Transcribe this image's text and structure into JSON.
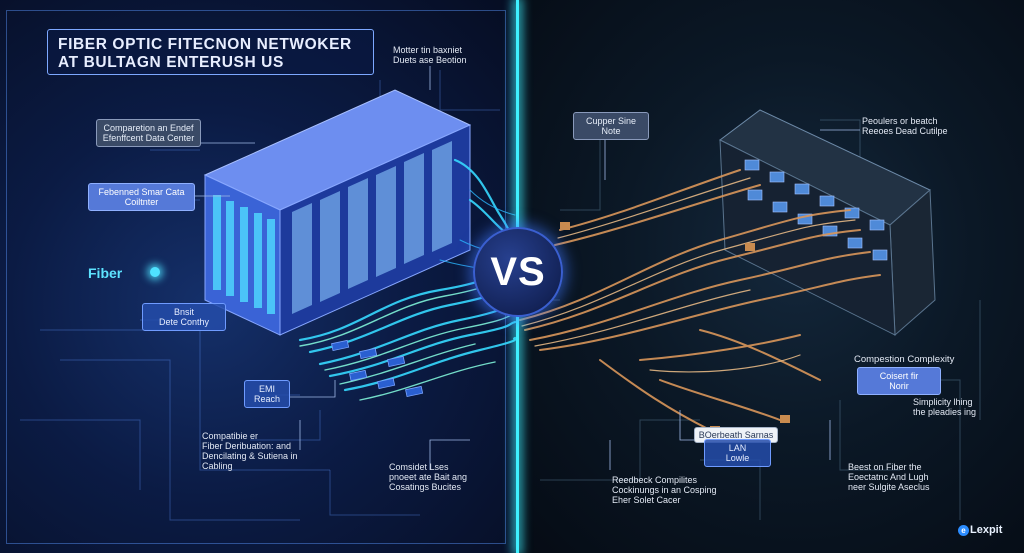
{
  "title": {
    "line1": "FIBER OPTIC FITECNON NETWOKER",
    "line2": "AT BULTAGN ENTERUSH US"
  },
  "left_labels": {
    "top_note": [
      "Motter tin baxniet",
      "Duets ase Beotion"
    ],
    "comparison_tag": [
      "Comparetion an Endef",
      "Efenffcent Data Center"
    ],
    "federated_tag": [
      "Febenned Smar Cata",
      "Coiltnter"
    ],
    "fiber": "Fiber",
    "data_config_tag": [
      "Bnsit",
      "Dete Conthy"
    ],
    "emi_tag": [
      "EMI",
      "Reach"
    ],
    "compatible_note": [
      "Compatibie er",
      "Fiber Deribuation: and",
      "Dencilating & Sutiena in",
      "Cabling"
    ],
    "consider_note": [
      "Comsidet Lses",
      "pnoeet ate Bait ang",
      "Cosatings Bucites"
    ]
  },
  "center": {
    "vs": "VS"
  },
  "right_labels": {
    "copper_tag": [
      "Cupper Sine",
      "Note"
    ],
    "peculiarities_note": [
      "Peoulers or beatch",
      "Reeoes Dead Cutilpe"
    ],
    "complexity_title": "Compestion Complexity",
    "cost_tag": [
      "Coisert fir",
      "Norir"
    ],
    "simplicity_note": [
      "Simplicity lhing",
      "the pleadies ing"
    ],
    "backlog_tag": "BOerbeath Sarnas",
    "lan_tag": [
      "LAN",
      "Lowle"
    ],
    "feedback_note": [
      "Reedbeck Compilites",
      "Cockinungs in an Cosping",
      "Eher Solet Cacer"
    ],
    "best_note": [
      "Beest on Fiber the",
      "Eoectatnc And Lugh",
      "neer Sulgite Aseclus"
    ]
  },
  "brand": {
    "icon": "e",
    "name": "Lexpit"
  },
  "colors": {
    "left_glow": "#3ff0ff",
    "fiber_cyan": "#4fe2ff",
    "copper": "#d9965a",
    "accent_blue": "#3a5fd0"
  },
  "icons": [
    "fiber-dot-icon",
    "brand-logo-icon"
  ]
}
